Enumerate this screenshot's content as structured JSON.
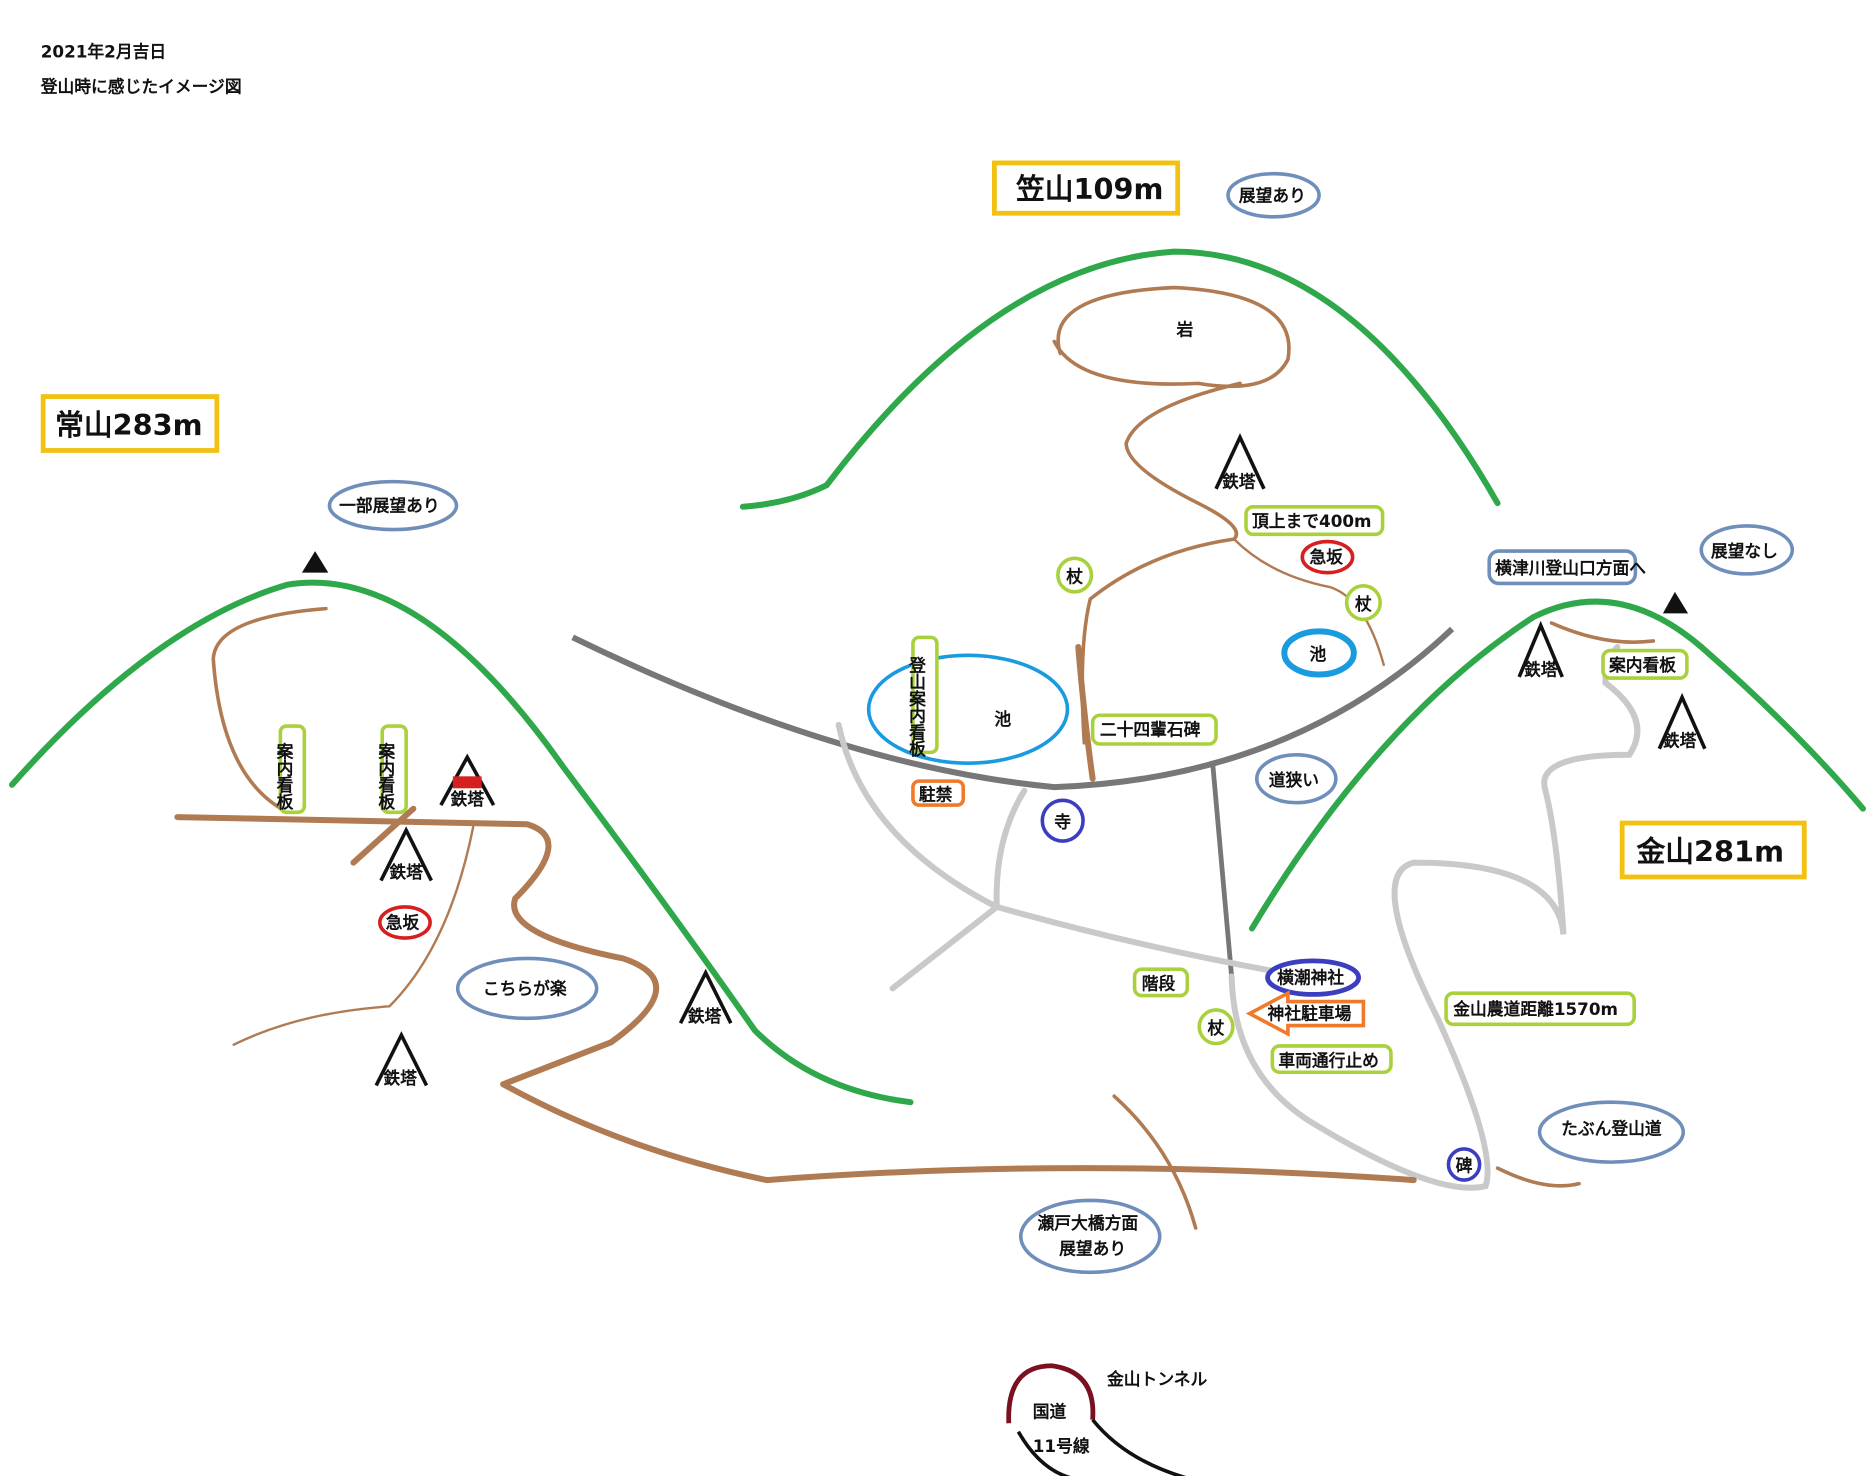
{
  "header": {
    "date": "2021年2月吉日",
    "subtitle": "登山時に感じたイメージ図"
  },
  "mountains": {
    "kasayama": "笠山109m",
    "tsuneyama": "常山283m",
    "kanayama": "金山281m"
  },
  "bubbles": {
    "view_yes": "展望あり",
    "view_partial": "一部展望あり",
    "view_none": "展望なし",
    "easy": "こちらが楽",
    "narrow": "道狭い",
    "maybe_trail": "たぶん登山道",
    "seto_line1": "瀬戸大橋方面",
    "seto_line2": "展望あり",
    "yokozu": "横津川登山口方面へ"
  },
  "labels": {
    "rock": "岩",
    "tower": "鉄塔",
    "to_top": "頂上まで400m",
    "steep": "急坂",
    "staff": "杖",
    "pond": "池",
    "guide_vertical": "登山案内看板",
    "guide_board": "案内看板",
    "guide_v": "案内看板",
    "stone": "二十四輩石碑",
    "no_parking": "駐禁",
    "temple": "寺",
    "stairs": "階段",
    "shrine": "横潮神社",
    "shrine_parking": "神社駐車場",
    "no_vehicles": "車両通行止め",
    "farm_road": "金山農道距離1570m",
    "monument": "碑",
    "tunnel": "金山トンネル",
    "route1": "国道",
    "route2": "11号線"
  },
  "colors": {
    "trail": "#b07a52",
    "ridge": "#2ea84a",
    "road": "#c9c9c9",
    "highway": "#777777",
    "title_border": "#f2c111",
    "label_border": "#a9d13c",
    "bubble": "#6f8fba"
  }
}
